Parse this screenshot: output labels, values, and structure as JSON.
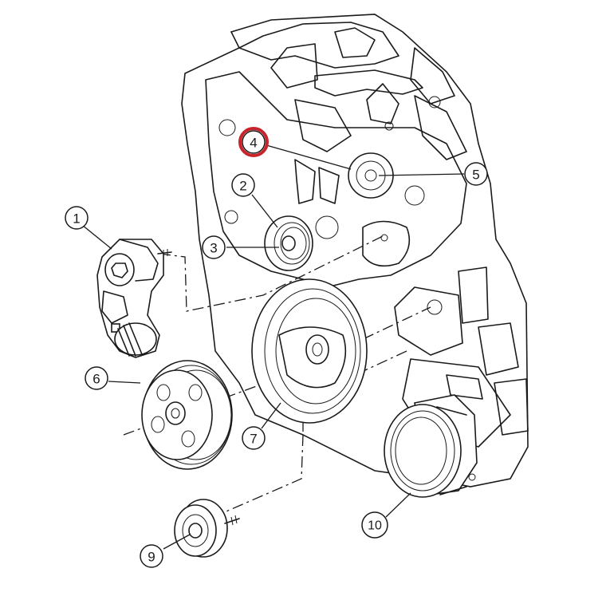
{
  "callouts": {
    "c1": "1",
    "c2": "2",
    "c3": "3",
    "c4": "4",
    "c5": "5",
    "c6": "6",
    "c7": "7",
    "c9": "9",
    "c10": "10"
  },
  "highlight": {
    "target": "4",
    "color": "#c8242b"
  }
}
